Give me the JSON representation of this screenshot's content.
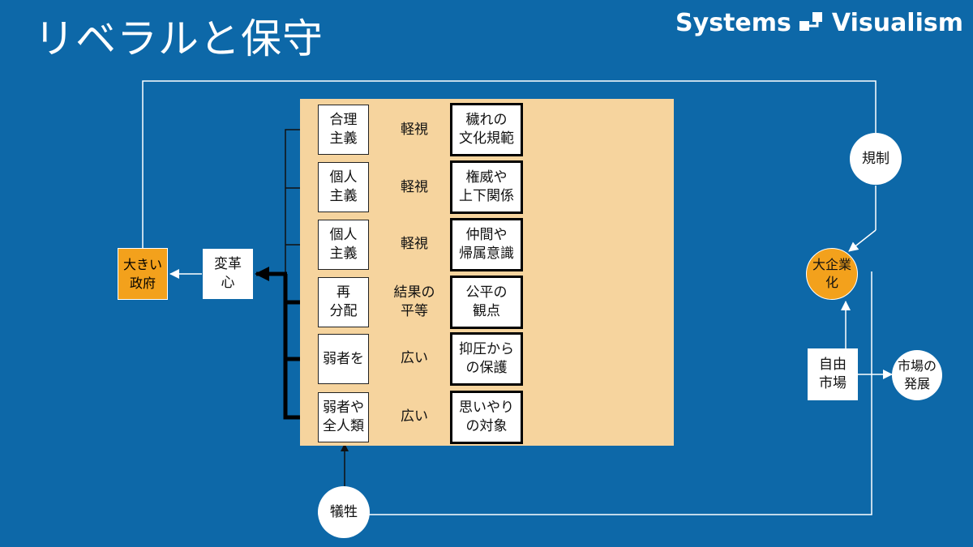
{
  "title": "リベラルと保守",
  "brand": {
    "left": "Systems",
    "right": "Visualism",
    "logo": "systems-visualism-logo"
  },
  "rows": [
    {
      "value_l1": "合理",
      "value_l2": "主義",
      "link": "軽視",
      "source_l1": "穢れの",
      "source_l2": "文化規範"
    },
    {
      "value_l1": "個人",
      "value_l2": "主義",
      "link": "軽視",
      "source_l1": "権威や",
      "source_l2": "上下関係"
    },
    {
      "value_l1": "個人",
      "value_l2": "主義",
      "link": "軽視",
      "source_l1": "仲間や",
      "source_l2": "帰属意識"
    },
    {
      "value_l1": "再",
      "value_l2": "分配",
      "link_l1": "結果の",
      "link_l2": "平等",
      "source_l1": "公平の",
      "source_l2": "観点"
    },
    {
      "value_l1": "弱者を",
      "link": "広い",
      "source_l1": "抑圧から",
      "source_l2": "の保護"
    },
    {
      "value_l1": "弱者や",
      "value_l2": "全人類",
      "link": "広い",
      "source_l1": "思いやり",
      "source_l2": "の対象"
    }
  ],
  "nodes": {
    "reform_l1": "変革",
    "reform_l2": "心",
    "big_gov_l1": "大きい",
    "big_gov_l2": "政府",
    "regulation": "規制",
    "big_corp_l1": "大企業",
    "big_corp_l2": "化",
    "free_market_l1": "自由",
    "free_market_l2": "市場",
    "market_dev_l1": "市場の",
    "market_dev_l2": "発展",
    "sacrifice": "犠牲"
  },
  "colors": {
    "background": "#0d68a8",
    "panel": "#f6d49e",
    "accent_orange": "#f3a11c",
    "white": "#ffffff",
    "black": "#000000"
  }
}
